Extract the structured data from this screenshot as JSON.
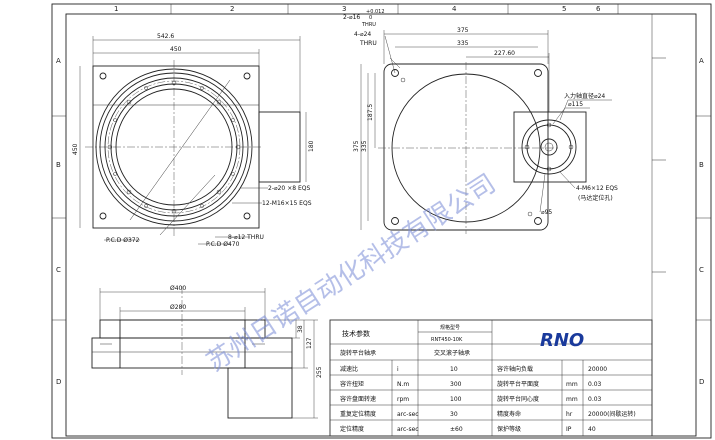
{
  "frame": {
    "columns": [
      "1",
      "2",
      "3",
      "4",
      "5",
      "6"
    ],
    "rows": [
      "A",
      "B",
      "C",
      "D"
    ]
  },
  "views": {
    "front": {
      "dims": {
        "outer_width": "542.6",
        "body_width": "450",
        "height": "450",
        "right_height": "180",
        "holes_8": "2-⌀20",
        "holes_8_suffix": "×8 EQS",
        "threads": "12-M16×15 EQS",
        "thru_holes": "8-⌀12 THRU",
        "pcd_inner": "P.C.D Ø372",
        "pcd_outer": "P.C.D Ø470"
      }
    },
    "rear": {
      "dims": {
        "pin_prefix": "2-",
        "pin_dia": "⌀16",
        "pin_tol": "+0.012",
        "pin_tol2": "0",
        "pin_thru": "THRU",
        "holes_4": "4-⌀24",
        "holes_4_thru": "THRU",
        "w_375": "375",
        "w_335": "335",
        "offset": "227.60",
        "h_187": "187.5",
        "h_375": "375",
        "h_335": "335",
        "input_shaft": "入力轴直径⌀24",
        "circle_115": "⌀115",
        "threads_4": "4-M6×12 EQS",
        "pilot_note": "(马达定位孔)",
        "circle_95": "⌀95"
      }
    },
    "side": {
      "dims": {
        "d400": "Ø400",
        "d280": "Ø280",
        "h38": "38",
        "h127": "127",
        "h255": "255"
      }
    }
  },
  "watermark": "苏州日诺自动化科技有限公司",
  "title_block": {
    "header_left": "技术参数",
    "header_model_label": "规格型号",
    "model": "RNT450-10K",
    "logo": "RNO",
    "bearing_label": "旋转平台轴承",
    "bearing_value": "交叉滚子轴承",
    "rows": [
      {
        "l_name": "减速比",
        "l_unit": "i",
        "l_val": "10",
        "r_name": "容许轴向负载",
        "r_unit": "",
        "r_val": "20000"
      },
      {
        "l_name": "容许扭矩",
        "l_unit": "N.m",
        "l_val": "300",
        "r_name": "旋转平台平面度",
        "r_unit": "mm",
        "r_val": "0.03"
      },
      {
        "l_name": "容许盘面转速",
        "l_unit": "rpm",
        "l_val": "100",
        "r_name": "旋转平台同心度",
        "r_unit": "mm",
        "r_val": "0.03"
      },
      {
        "l_name": "重复定位精度",
        "l_unit": "arc-sec",
        "l_val": "30",
        "r_name": "精度寿命",
        "r_unit": "hr",
        "r_val": "20000(间歇运转)"
      },
      {
        "l_name": "定位精度",
        "l_unit": "arc-sec",
        "l_val": "±60",
        "r_name": "保护等级",
        "r_unit": "IP",
        "r_val": "40"
      }
    ]
  }
}
